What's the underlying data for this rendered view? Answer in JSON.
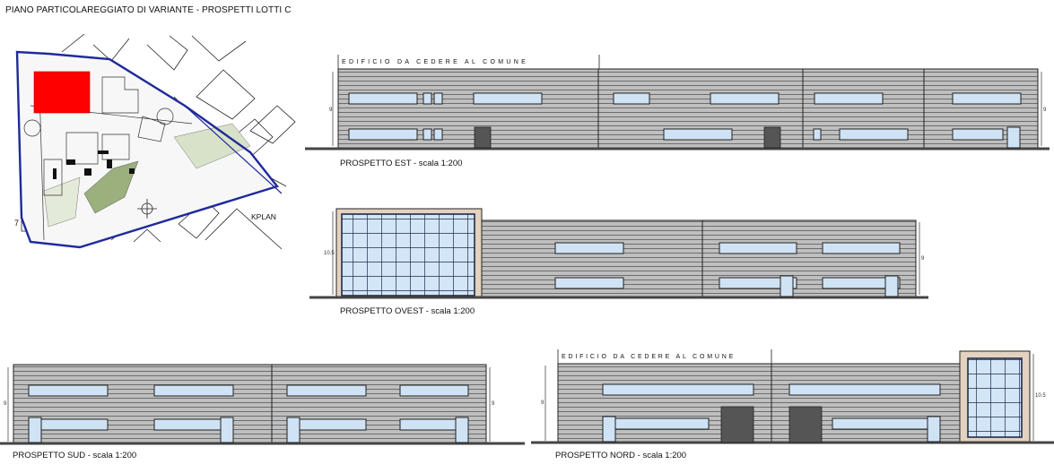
{
  "sheet_title": "PIANO PARTICOLAREGGIATO DI VARIANTE - PROSPETTI LOTTI C",
  "site_plan": {
    "label": "KPLAN",
    "lot_number": "7",
    "colors": {
      "lot_fill": "#ff0000",
      "boundary": "#1f2a9c",
      "green": "#9bb07c"
    }
  },
  "elevations": {
    "est": {
      "caption": "PROSPETTO  EST  - scala 1:200",
      "banner": "EDIFICIO  DA  CEDERE  AL  COMUNE",
      "height_mark": "9"
    },
    "ovest": {
      "caption": "PROSPETTO  OVEST - scala 1:200",
      "height_mark_left": "10.5",
      "height_mark_right": "9"
    },
    "sud": {
      "caption": "PROSPETTO SUD - scala 1:200",
      "height_mark": "9"
    },
    "nord": {
      "caption": "PROSPETTO NORD - scala 1:200",
      "banner": "EDIFICIO  DA  CEDERE  AL  COMUNE",
      "height_mark_left": "9",
      "height_mark_right": "10.5"
    }
  },
  "colors": {
    "cladding": "#bfbfbf",
    "window": "#cfe3f5",
    "tower": "#e3d2bf",
    "line": "#2a2a2a"
  }
}
